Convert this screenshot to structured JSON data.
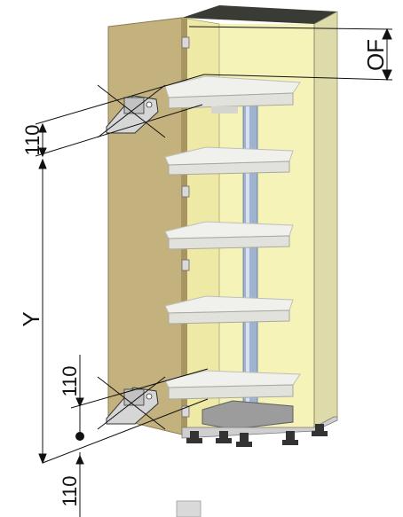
{
  "labels": {
    "of": "OF",
    "y": "Y",
    "top_hinge_offset": "110",
    "bottom_hinge_offset": "110",
    "bottom_clearance": "110"
  },
  "colors": {
    "cabinet_side": "#f3f0b2",
    "cabinet_back": "#f5f3b8",
    "cabinet_top": "#3b3b35",
    "door": "#c4b27e",
    "door_edge": "#8d7c52",
    "shelf": "#ebebe6",
    "shelf_edge": "#bfbfb8",
    "column": "#9fb2cf",
    "hinge": "#d6d6d6",
    "line": "#111111"
  },
  "icons": {
    "top_hinge": "hinge-icon",
    "bottom_hinge": "hinge-icon"
  }
}
